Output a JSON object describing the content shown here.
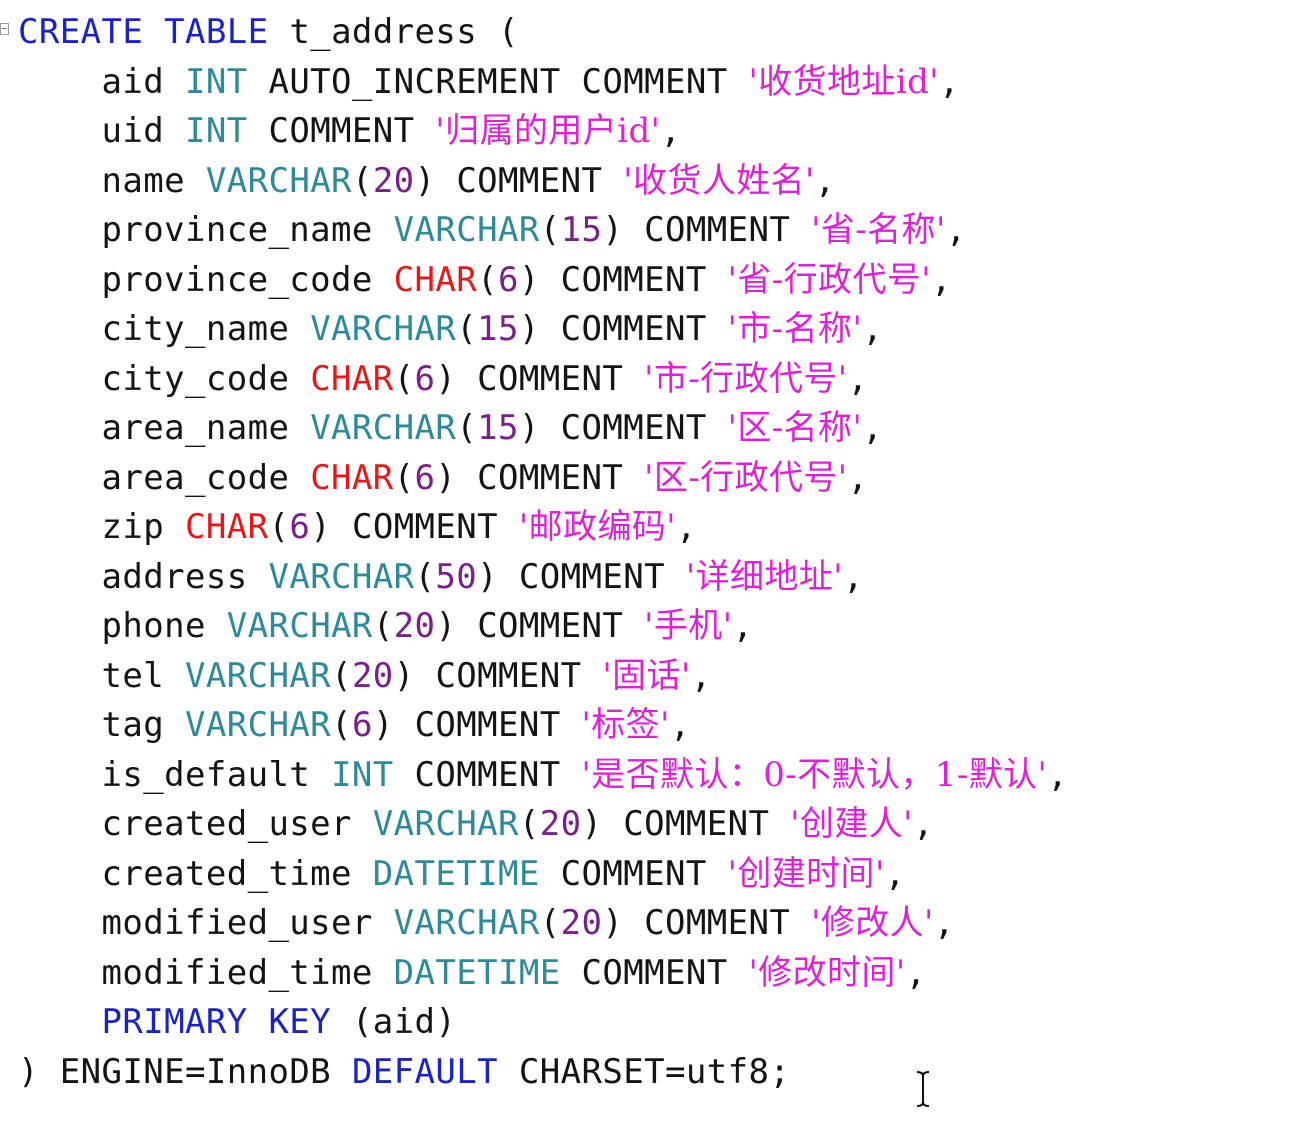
{
  "editor": {
    "header": {
      "create": "CREATE",
      "table": "TABLE",
      "name": "t_address",
      "paren": "("
    },
    "columns": [
      {
        "name": "aid",
        "type": "INT",
        "type_class": "ty",
        "size": "",
        "extra": "AUTO_INCREMENT",
        "comment_kw": "COMMENT",
        "comment": "'收货地址id'",
        "trail": ","
      },
      {
        "name": "uid",
        "type": "INT",
        "type_class": "ty",
        "size": "",
        "extra": "",
        "comment_kw": "COMMENT",
        "comment": "'归属的用户id'",
        "trail": ","
      },
      {
        "name": "name",
        "type": "VARCHAR",
        "type_class": "ty",
        "size": "20",
        "extra": "",
        "comment_kw": "COMMENT",
        "comment": "'收货人姓名'",
        "trail": ","
      },
      {
        "name": "province_name",
        "type": "VARCHAR",
        "type_class": "ty",
        "size": "15",
        "extra": "",
        "comment_kw": "COMMENT",
        "comment": "'省-名称'",
        "trail": ","
      },
      {
        "name": "province_code",
        "type": "CHAR",
        "type_class": "ch",
        "size": "6",
        "extra": "",
        "comment_kw": "COMMENT",
        "comment": "'省-行政代号'",
        "trail": ","
      },
      {
        "name": "city_name",
        "type": "VARCHAR",
        "type_class": "ty",
        "size": "15",
        "extra": "",
        "comment_kw": "COMMENT",
        "comment": "'市-名称'",
        "trail": ","
      },
      {
        "name": "city_code",
        "type": "CHAR",
        "type_class": "ch",
        "size": "6",
        "extra": "",
        "comment_kw": "COMMENT",
        "comment": "'市-行政代号'",
        "trail": ","
      },
      {
        "name": "area_name",
        "type": "VARCHAR",
        "type_class": "ty",
        "size": "15",
        "extra": "",
        "comment_kw": "COMMENT",
        "comment": "'区-名称'",
        "trail": ","
      },
      {
        "name": "area_code",
        "type": "CHAR",
        "type_class": "ch",
        "size": "6",
        "extra": "",
        "comment_kw": "COMMENT",
        "comment": "'区-行政代号'",
        "trail": ","
      },
      {
        "name": "zip",
        "type": "CHAR",
        "type_class": "ch",
        "size": "6",
        "extra": "",
        "comment_kw": "COMMENT",
        "comment": "'邮政编码'",
        "trail": ","
      },
      {
        "name": "address",
        "type": "VARCHAR",
        "type_class": "ty",
        "size": "50",
        "extra": "",
        "comment_kw": "COMMENT",
        "comment": "'详细地址'",
        "trail": ","
      },
      {
        "name": "phone",
        "type": "VARCHAR",
        "type_class": "ty",
        "size": "20",
        "extra": "",
        "comment_kw": "COMMENT",
        "comment": "'手机'",
        "trail": ","
      },
      {
        "name": "tel",
        "type": "VARCHAR",
        "type_class": "ty",
        "size": "20",
        "extra": "",
        "comment_kw": "COMMENT",
        "comment": "'固话'",
        "trail": ","
      },
      {
        "name": "tag",
        "type": "VARCHAR",
        "type_class": "ty",
        "size": "6",
        "extra": "",
        "comment_kw": "COMMENT",
        "comment": "'标签'",
        "trail": ","
      },
      {
        "name": "is_default",
        "type": "INT",
        "type_class": "ty",
        "size": "",
        "extra": "",
        "comment_kw": "COMMENT",
        "comment": "'是否默认：0-不默认，1-默认'",
        "trail": ","
      },
      {
        "name": "created_user",
        "type": "VARCHAR",
        "type_class": "ty",
        "size": "20",
        "extra": "",
        "comment_kw": "COMMENT",
        "comment": "'创建人'",
        "trail": ","
      },
      {
        "name": "created_time",
        "type": "DATETIME",
        "type_class": "ty",
        "size": "",
        "extra": "",
        "comment_kw": "COMMENT",
        "comment": "'创建时间'",
        "trail": ","
      },
      {
        "name": "modified_user",
        "type": "VARCHAR",
        "type_class": "ty",
        "size": "20",
        "extra": "",
        "comment_kw": "COMMENT",
        "comment": "'修改人'",
        "trail": ","
      },
      {
        "name": "modified_time",
        "type": "DATETIME",
        "type_class": "ty",
        "size": "",
        "extra": "",
        "comment_kw": "COMMENT",
        "comment": "'修改时间'",
        "trail": ","
      }
    ],
    "primary_key": {
      "keyword": "PRIMARY KEY",
      "columns": "(aid)"
    },
    "footer": {
      "close": ")",
      "engine": "ENGINE=InnoDB",
      "default_kw": "DEFAULT",
      "charset": "CHARSET=utf8;"
    },
    "colors": {
      "keyword": "#1a23c8",
      "type": "#2d8a9a",
      "char_type": "#e81818",
      "number": "#7a1f8c",
      "string": "#e020d8",
      "text": "#141414"
    },
    "cursor_icon": "text-ibeam-cursor"
  }
}
